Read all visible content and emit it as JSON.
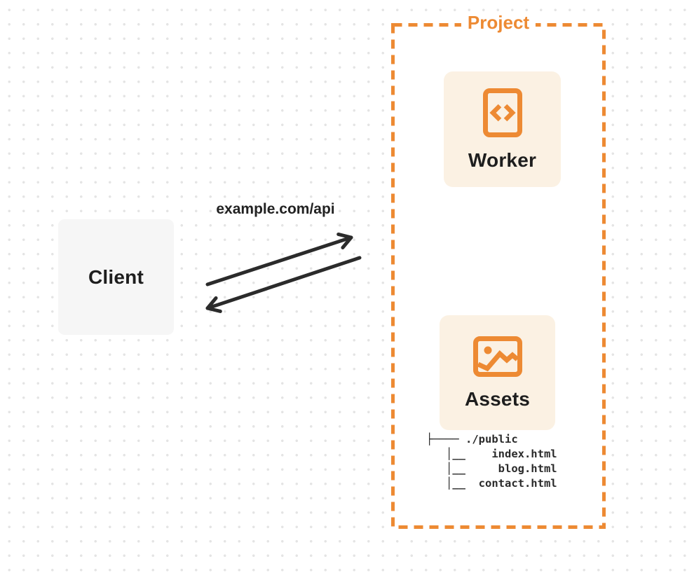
{
  "client": {
    "label": "Client"
  },
  "request": {
    "label": "example.com/api"
  },
  "project": {
    "label": "Project",
    "worker": {
      "label": "Worker",
      "icon": "code-file-icon"
    },
    "assets": {
      "label": "Assets",
      "icon": "image-icon",
      "file_tree_lines": [
        "├──── ./public",
        "   │__    index.html",
        "   │__     blog.html",
        "   │__  contact.html"
      ]
    }
  },
  "colors": {
    "accent_orange": "#ED8A33",
    "card_background": "#FBF1E3",
    "client_background": "#F6F6F6",
    "arrow": "#2B2B2B",
    "text_dark": "#1E1E1E"
  }
}
